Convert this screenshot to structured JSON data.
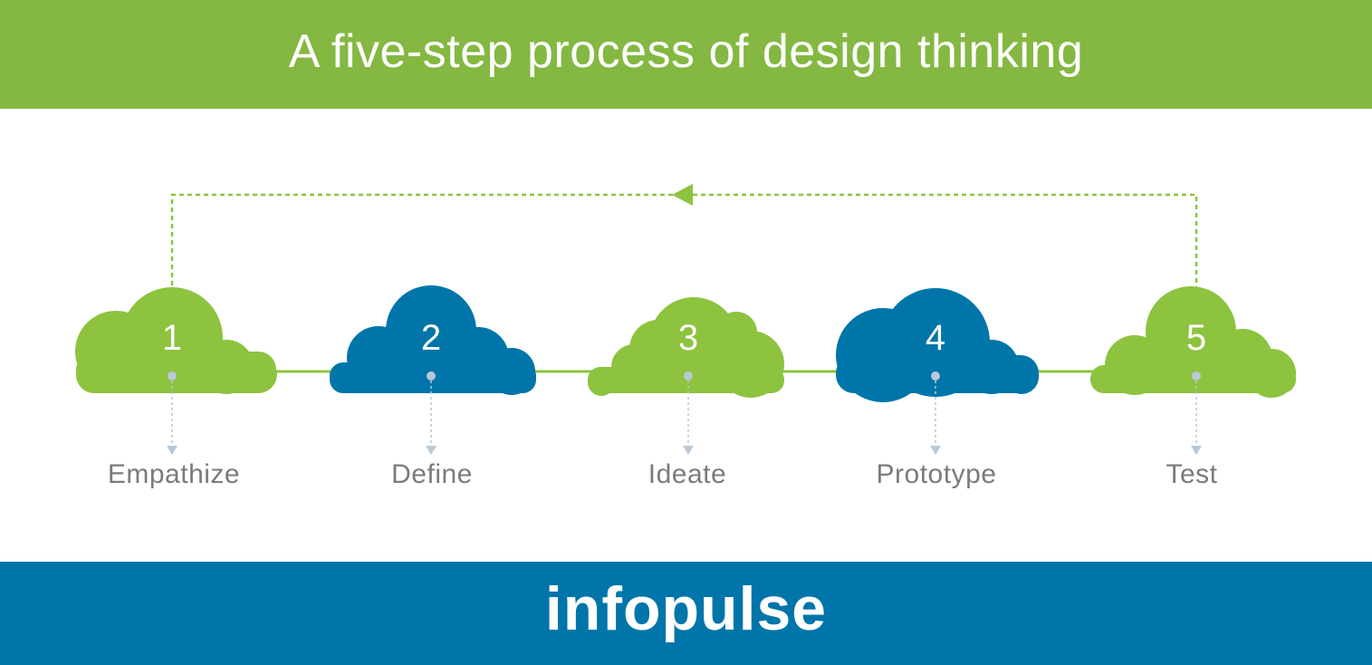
{
  "header": {
    "title": "A five-step process of design thinking"
  },
  "steps": [
    {
      "number": "1",
      "label": "Empathize",
      "color": "#8dc33f"
    },
    {
      "number": "2",
      "label": "Define",
      "color": "#0075a9"
    },
    {
      "number": "3",
      "label": "Ideate",
      "color": "#8dc33f"
    },
    {
      "number": "4",
      "label": "Prototype",
      "color": "#0075a9"
    },
    {
      "number": "5",
      "label": "Test",
      "color": "#8dc33f"
    }
  ],
  "colors": {
    "green": "#84b842",
    "blue": "#0075a9",
    "connector": "#8dc33f",
    "dotted_arrow": "#b8c8d6"
  },
  "footer": {
    "logo": "infopulse"
  }
}
